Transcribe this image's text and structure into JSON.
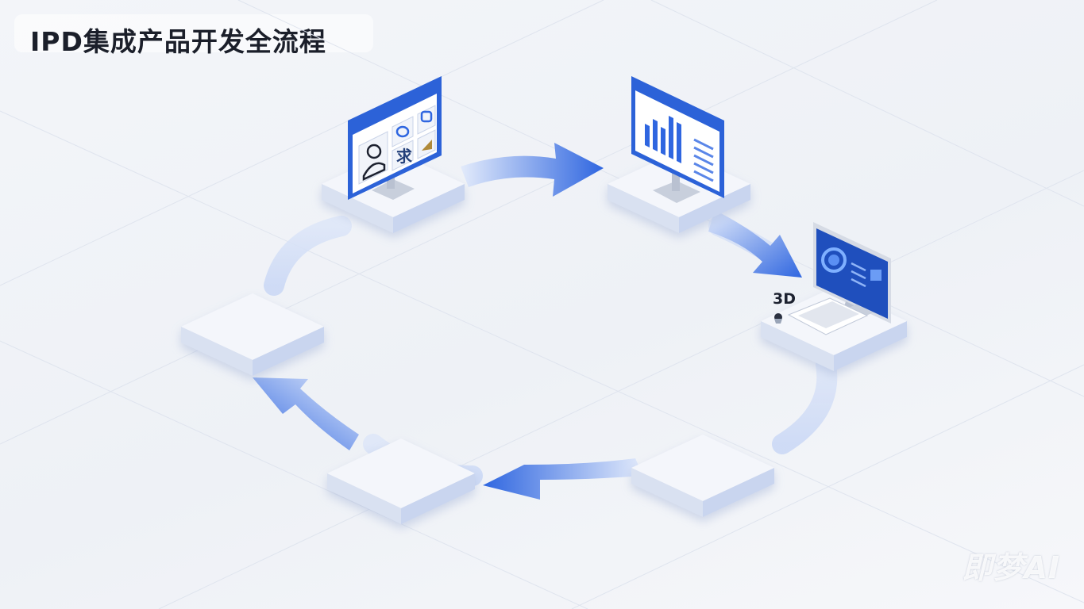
{
  "title": "IPD集成产品开发全流程",
  "labels": {
    "cad_3d": "3D",
    "requirement_char": "求"
  },
  "watermark": "即梦AI",
  "colors": {
    "accent": "#2f66e0",
    "arrow_light": "#cfdcf8",
    "car_body": "#2a3350",
    "platform": "#e4e9f3"
  },
  "nodes": [
    {
      "id": "requirements",
      "icon": "monitor-with-user-and-tiles-icon"
    },
    {
      "id": "analysis",
      "icon": "monitor-with-bar-chart-icon"
    },
    {
      "id": "design-3d",
      "icon": "desktop-computer-with-keyboard-icon"
    },
    {
      "id": "verification",
      "icon": "clipboard-checklist-and-test-machine-icon"
    },
    {
      "id": "manufacturing",
      "icon": "workstation-with-display-board-icon"
    },
    {
      "id": "monitoring",
      "icon": "line-chart-easel-icon"
    }
  ]
}
